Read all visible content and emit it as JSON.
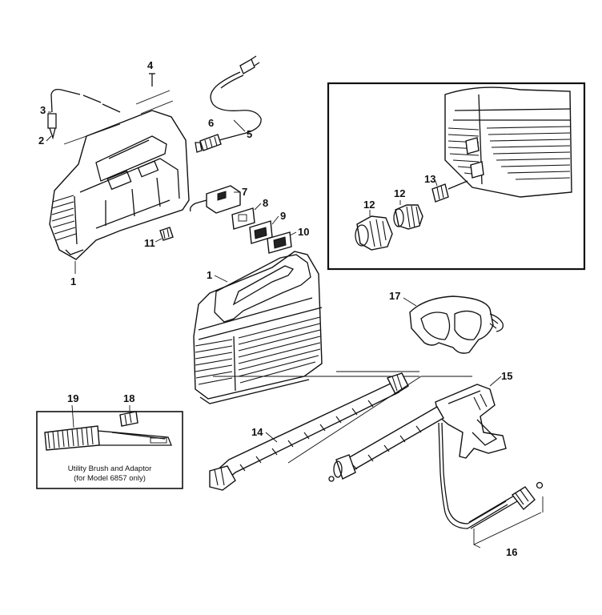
{
  "diagram": {
    "callouts": {
      "c1a": "1",
      "c1b": "1",
      "c2": "2",
      "c3": "3",
      "c4": "4",
      "c5": "5",
      "c6": "6",
      "c7": "7",
      "c8": "8",
      "c9": "9",
      "c10": "10",
      "c11": "11",
      "c12a": "12",
      "c12b": "12",
      "c13": "13",
      "c14": "14",
      "c15": "15",
      "c16": "16",
      "c17": "17",
      "c18": "18",
      "c19": "19"
    },
    "inset_caption": {
      "line1": "Utility Brush and Adaptor",
      "line2": "(for Model 6857 only)"
    }
  }
}
